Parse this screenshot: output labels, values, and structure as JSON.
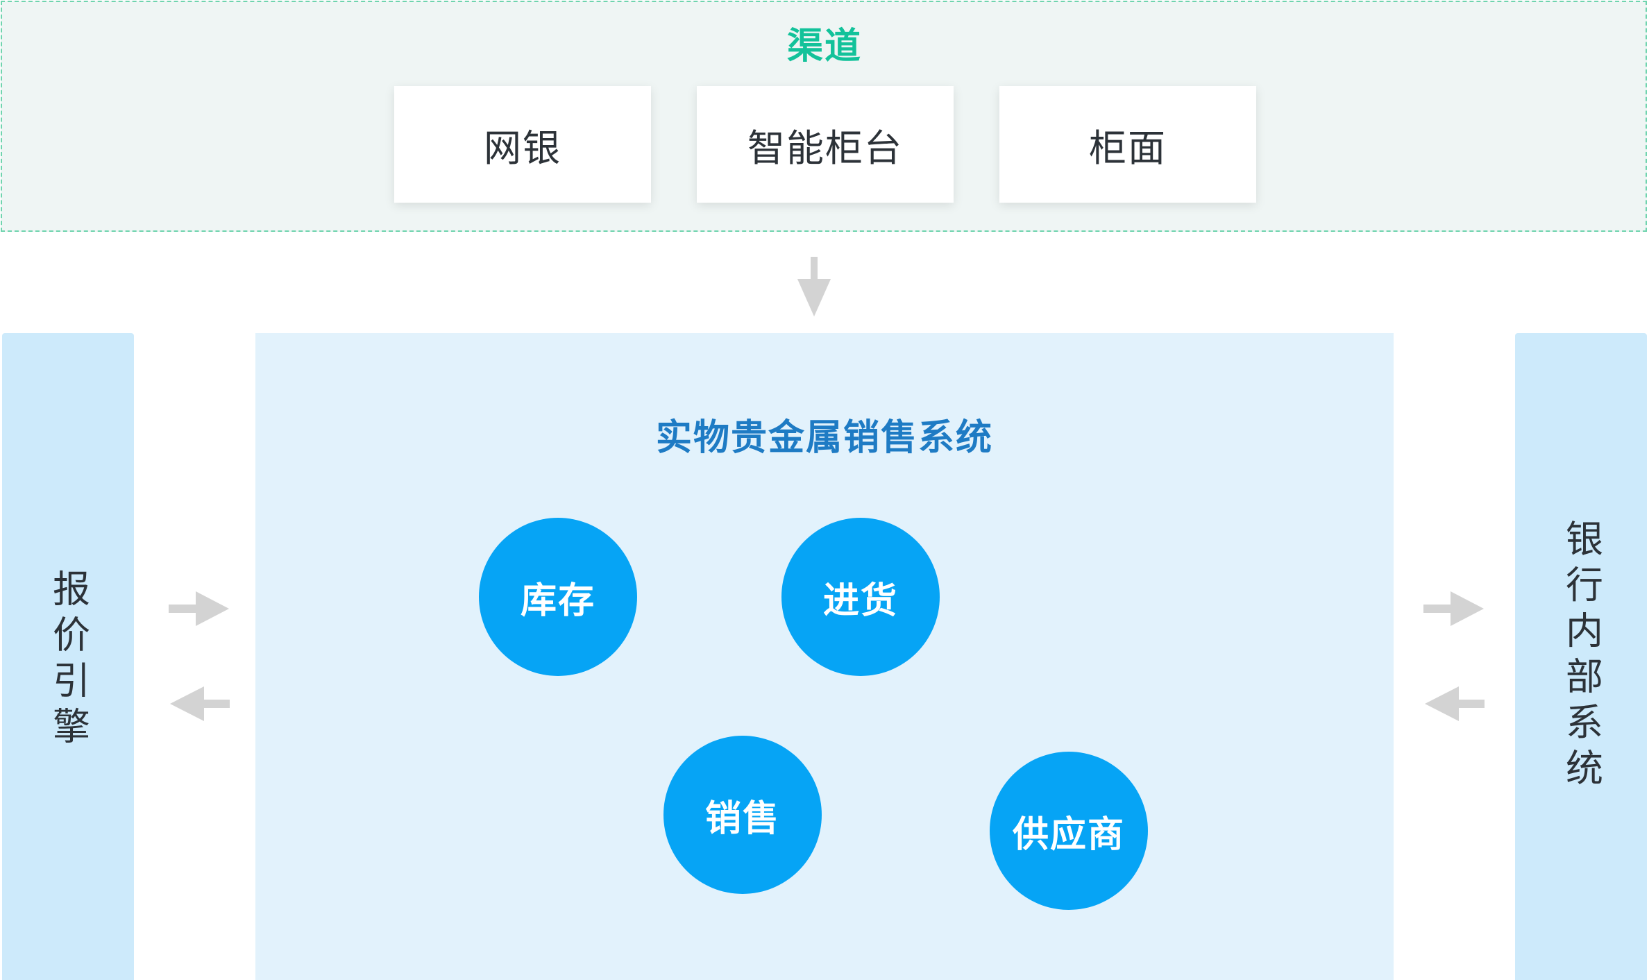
{
  "channels": {
    "title": "渠道",
    "items": [
      "网银",
      "智能柜台",
      "柜面"
    ]
  },
  "left_system": {
    "label": "报价引擎"
  },
  "right_system": {
    "label": "银行内部系统"
  },
  "main_system": {
    "title": "实物贵金属销售系统",
    "modules": [
      "库存",
      "进货",
      "销售",
      "供应商"
    ]
  },
  "colors": {
    "channel_title": "#12c29a",
    "main_title": "#1e7bc4",
    "module_fill": "#06a4f5",
    "side_panel": "#cdeafb",
    "main_panel": "#e2f2fc",
    "arrow": "#d3d3d3"
  }
}
